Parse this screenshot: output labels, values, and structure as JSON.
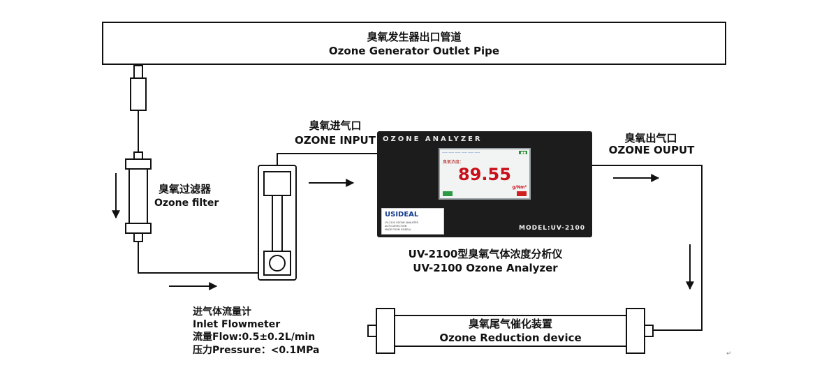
{
  "pipe": {
    "title_cn": "臭氧发生器出口管道",
    "title_en": "Ozone Generator Outlet Pipe"
  },
  "filter": {
    "label_cn": "臭氧过滤器",
    "label_en": "Ozone filter"
  },
  "inlet": {
    "label_cn": "臭氧进气口",
    "label_en": "OZONE INPUT"
  },
  "outlet": {
    "label_cn": "臭氧出气口",
    "label_en": "OZONE OUPUT"
  },
  "flowmeter": {
    "label_cn": "进气体流量计",
    "label_en": "Inlet Flowmeter",
    "flow": "流量Flow:0.5±0.2L/min",
    "pressure": "压力Pressure：<0.1MPa"
  },
  "analyzer": {
    "panel_title": "OZONE ANALYZER",
    "reading_label": "臭氧浓度：",
    "reading": "89.55",
    "unit": "g/Nm³",
    "model": "MODEL:UV-2100",
    "brand": "USIDEAL",
    "brand_line1": "UV-2100 OZONE ANALYZER",
    "brand_line2": "AUTO DETECTION",
    "brand_line3": "MADE FROM USIDEAL",
    "caption_cn": "UV-2100型臭氧气体浓度分析仪",
    "caption_en": "UV-2100 Ozone Analyzer"
  },
  "reduction": {
    "label_cn": "臭氧尾气催化装置",
    "label_en": "Ozone Reduction device"
  },
  "colors": {
    "line": "#111111",
    "display_value": "#c8101a",
    "panel": "#1c1c1c"
  }
}
